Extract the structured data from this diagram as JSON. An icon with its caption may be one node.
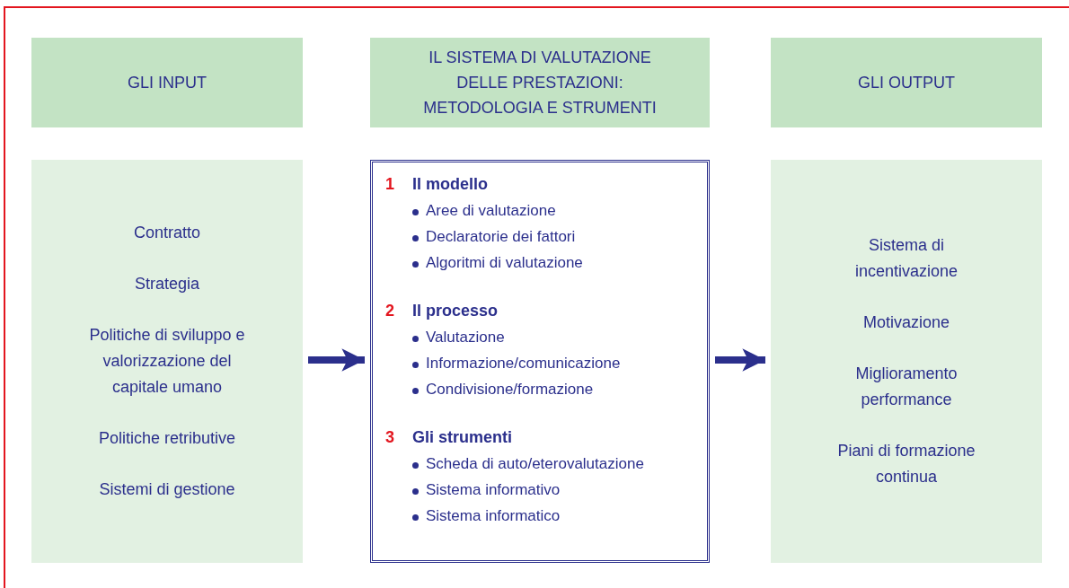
{
  "diagram": {
    "nodes": [
      {
        "text": [
          "GLI INPUT"
        ]
      },
      {
        "text": [
          "IL SISTEMA DI VALUTAZIONE DELLE PRESTAZIONI: METODOLOGIA E STRUMENTI"
        ]
      },
      {
        "text": [
          "GLI OUTPUT"
        ]
      },
      {
        "text": [
          "Contratto",
          "Strategia",
          "Politiche di sviluppo e valorizzazione del capitale umano",
          "Politiche retributive",
          "Sistemi di gestione"
        ]
      },
      {
        "text": [
          "1",
          "Il modello",
          "Aree di valutazione",
          "Declaratorie dei fattori",
          "Algoritmi di valutazione",
          "2",
          "Il processo",
          "Valutazione",
          "Informazione/comunicazione",
          "Condivisione/formazione",
          "3",
          "Gli strumenti",
          "Scheda di auto/eterovalutazione",
          "Sistema informativo",
          "Sistema informatico"
        ]
      },
      {
        "text": [
          "Sistema di incentivazione",
          "Motivazione",
          "Miglioramento performance",
          "Piani di formazione continua"
        ]
      }
    ],
    "edges": [
      {
        "from": 3,
        "to": 4,
        "arrow": "to"
      },
      {
        "from": 4,
        "to": 5,
        "arrow": "to"
      }
    ]
  }
}
